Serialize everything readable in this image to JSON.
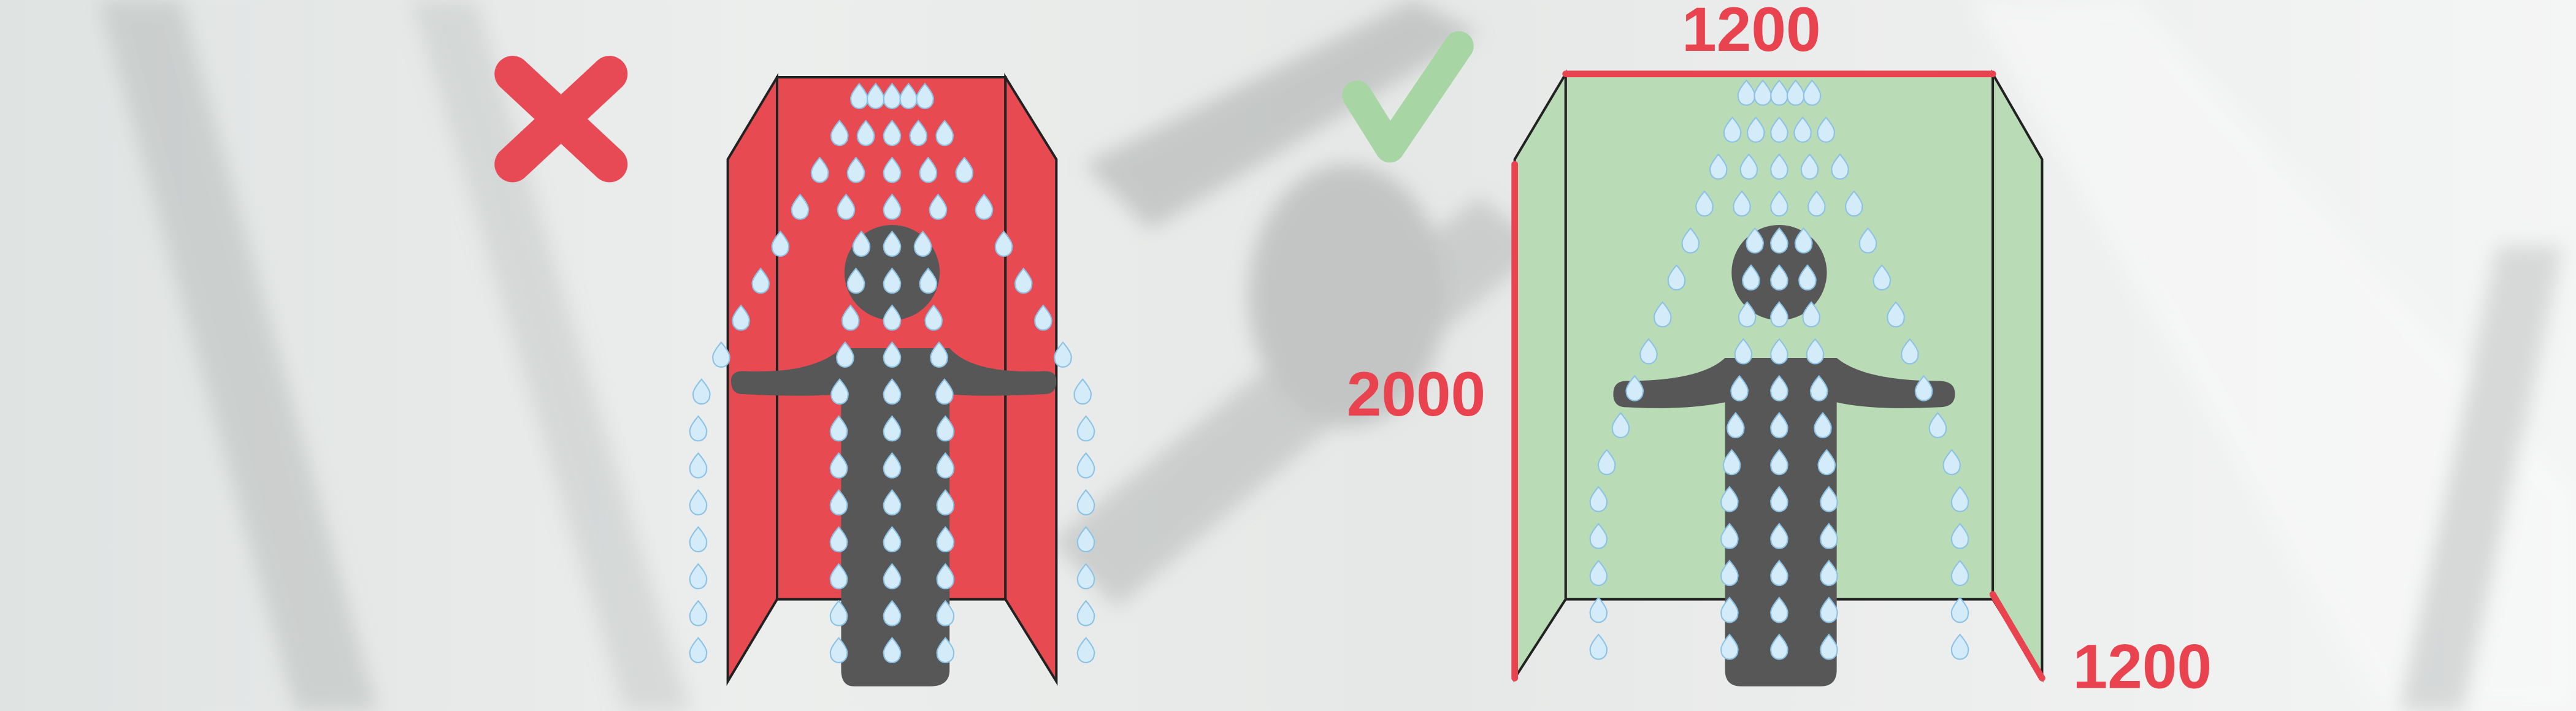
{
  "colors": {
    "bad_panel": "#e84a52",
    "good_panel": "#b9dcb6",
    "dimension_red": "#e8434f",
    "figure": "#575757",
    "water": "#cfe8f7",
    "check": "#a8d5a4",
    "cross": "#e84a55"
  },
  "bad_example": {
    "icon": "cross-icon"
  },
  "good_example": {
    "icon": "checkmark-icon",
    "dimensions": {
      "width_top": "1200",
      "height": "2000",
      "depth": "1200"
    }
  }
}
